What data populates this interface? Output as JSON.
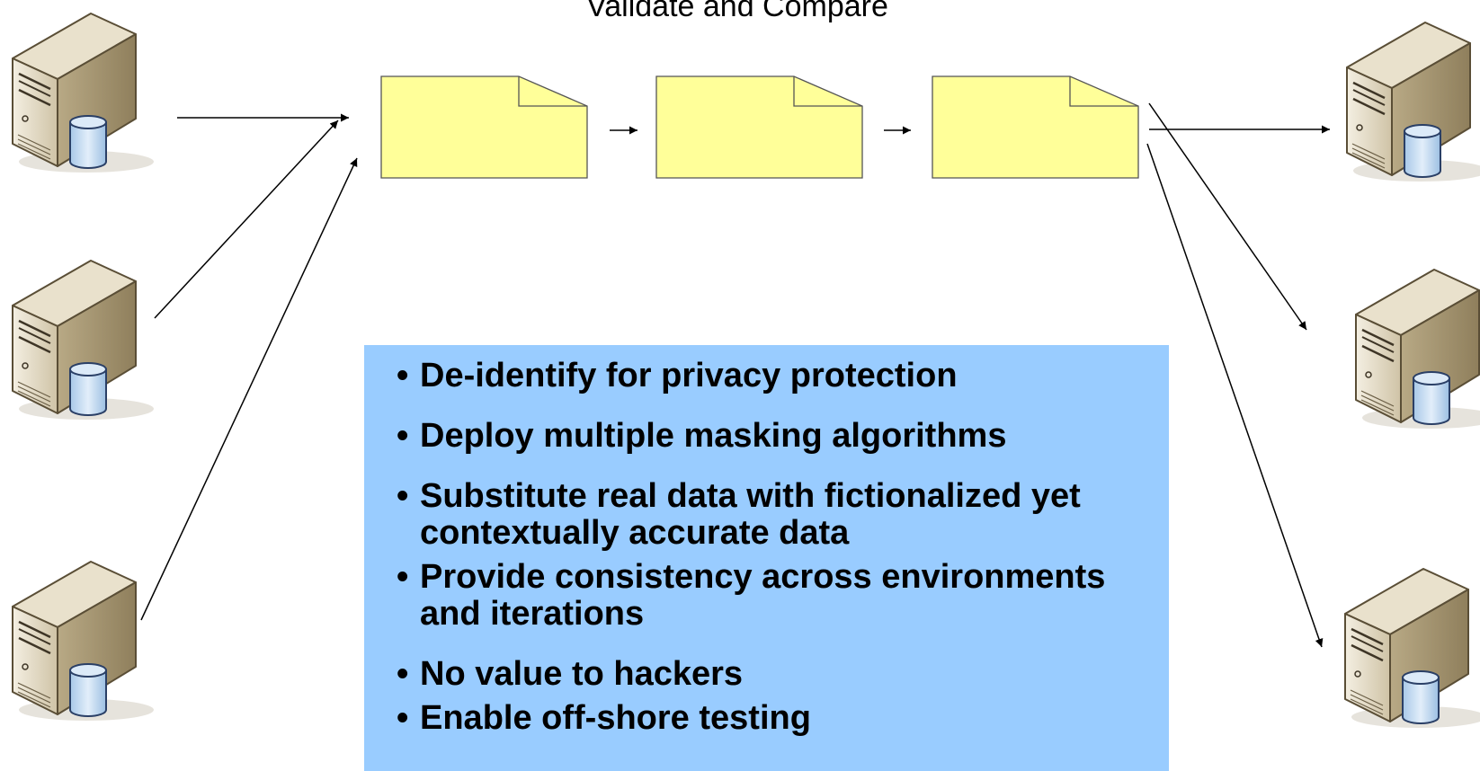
{
  "title": "Validate and Compare",
  "colors": {
    "note_fill": "#ffff99",
    "panel_fill": "#99ccff",
    "server_body": "#d8ccb0",
    "database_fill": "#c6dcf0"
  },
  "icons": {
    "server": "server-with-database-icon",
    "document": "folded-corner-document-icon"
  },
  "bullets": [
    "De-identify for privacy protection",
    "Deploy multiple masking algorithms",
    "Substitute real data with fictionalized yet contextually accurate data",
    "Provide consistency across environments and iterations",
    "No value to hackers",
    "Enable off-shore testing"
  ]
}
